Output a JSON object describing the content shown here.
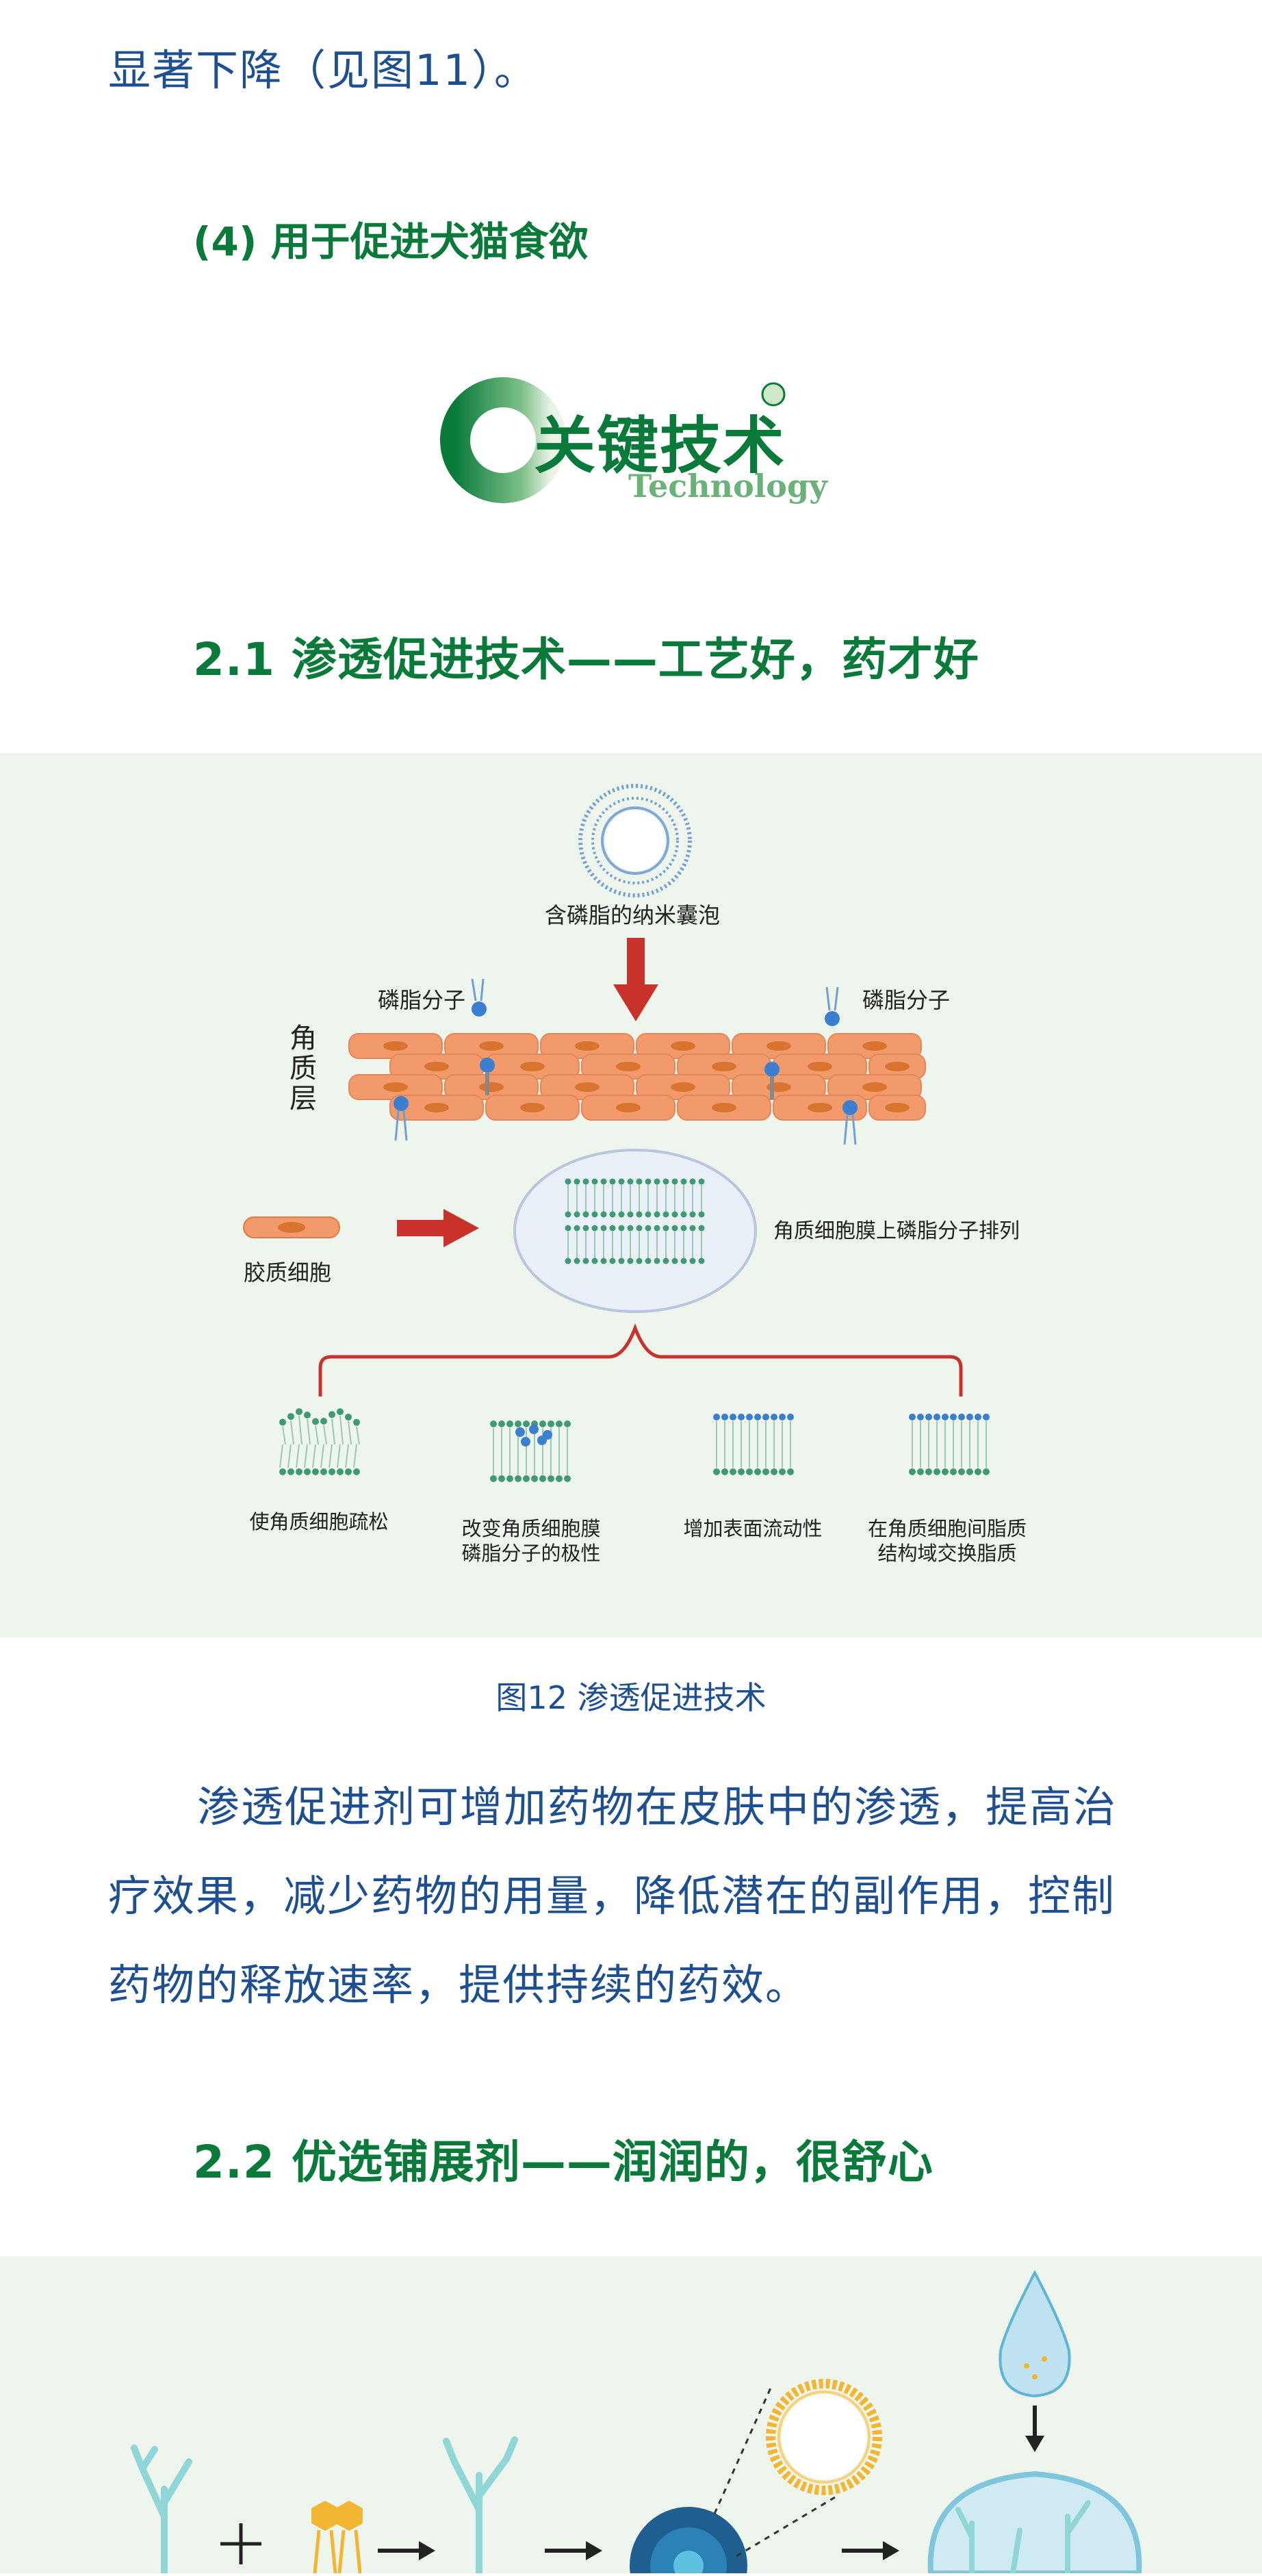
{
  "intro_tail": "显著下降（见图11）。",
  "section4_heading": "(4) 用于促进犬猫食欲",
  "logo": {
    "title": "关键技术",
    "subtitle": "Technology",
    "color": "#0a7a3a"
  },
  "sec21_heading": "2.1 渗透促进技术——工艺好，药才好",
  "figure12": {
    "labels": {
      "vesicle": "含磷脂的纳米囊泡",
      "phospholipid_left": "磷脂分子",
      "phospholipid_right": "磷脂分子",
      "stratum": [
        "角",
        "质",
        "层"
      ],
      "keratinocyte": "胶质细胞",
      "membrane_arrangement": "角质细胞膜上磷脂分子排列",
      "effect1": [
        "使角质细胞疏松"
      ],
      "effect2": [
        "改变角质细胞膜",
        "磷脂分子的极性"
      ],
      "effect3": [
        "增加表面流动性"
      ],
      "effect4": [
        "在角质细胞间脂质",
        "结构域交换脂质"
      ]
    },
    "caption": "图12 渗透促进技术"
  },
  "sec21_paragraph": [
    "渗透促进剂可增加药物在皮肤中的渗透，提高治",
    "疗效果，减少药物的用量，降低潜在的副作用，控制",
    "药物的释放速率，提供持续的药效。"
  ],
  "sec22_heading": "2.2 优选铺展剂——润润的，很舒心",
  "colors": {
    "body": "#1d4f91",
    "heading": "#0a7a3a",
    "panel": "#eef5ec",
    "cell": "#f29a6b",
    "arrow": "#c8322a"
  }
}
